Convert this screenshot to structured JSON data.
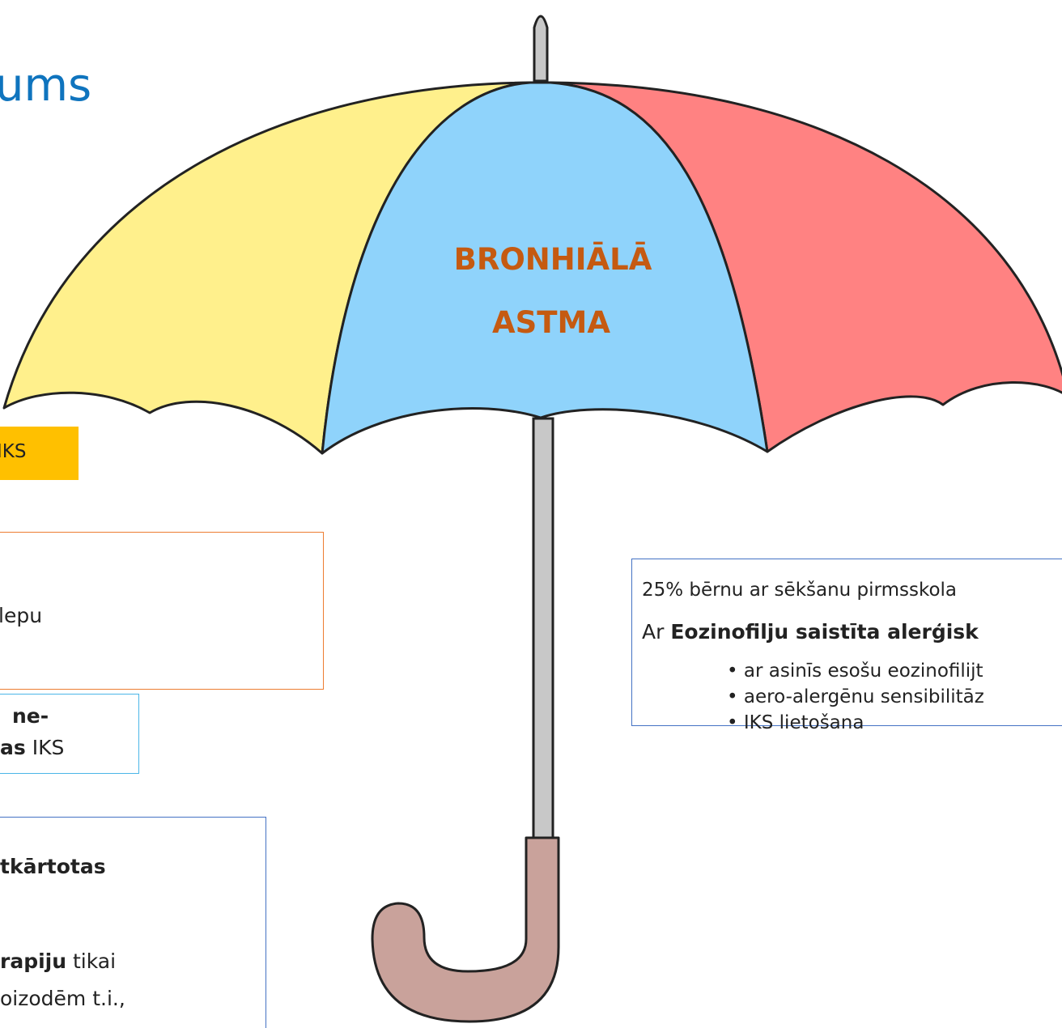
{
  "slide": {
    "title_fragment": "ums"
  },
  "umbrella": {
    "label_line1": "BRONHIĀLĀ",
    "label_line2": "ASTMA",
    "colors": {
      "yellow_panel": "#fff08c",
      "blue_panel": "#8fd3fb",
      "red_panel": "#ff8282",
      "handle": "#c9a29b",
      "shaft": "#c8c8c8",
      "outline": "#222222"
    }
  },
  "left_panel": {
    "iks_badge": "IKS",
    "orange_box_line": "lepu",
    "cyan_box": {
      "line1": "ne-",
      "line2_bold": "as",
      "line2_rest": " IKS"
    },
    "blue_box": {
      "line1_bold": "tkārtotas",
      "line2_bold": "rapiju",
      "line2_rest": " tikai",
      "line3": "oizodēm t.i.,"
    }
  },
  "right_panel": {
    "line1": "25% bērnu ar sēkšanu pirmsskola",
    "line2_prefix": "Ar ",
    "line2_bold": "Eozinofilju saistīta alerģisk",
    "bullets": [
      "ar asinīs esošu eozinofilijt",
      "aero-alergēnu sensibilitāz",
      "IKS lietošana"
    ]
  },
  "accent_colors": {
    "title_blue": "#0f74be",
    "label_orange": "#c55a11",
    "badge_yellow": "#ffc000",
    "border_orange": "#ed7d31",
    "border_cyan": "#4bb6e8",
    "border_blue": "#4472c4"
  }
}
